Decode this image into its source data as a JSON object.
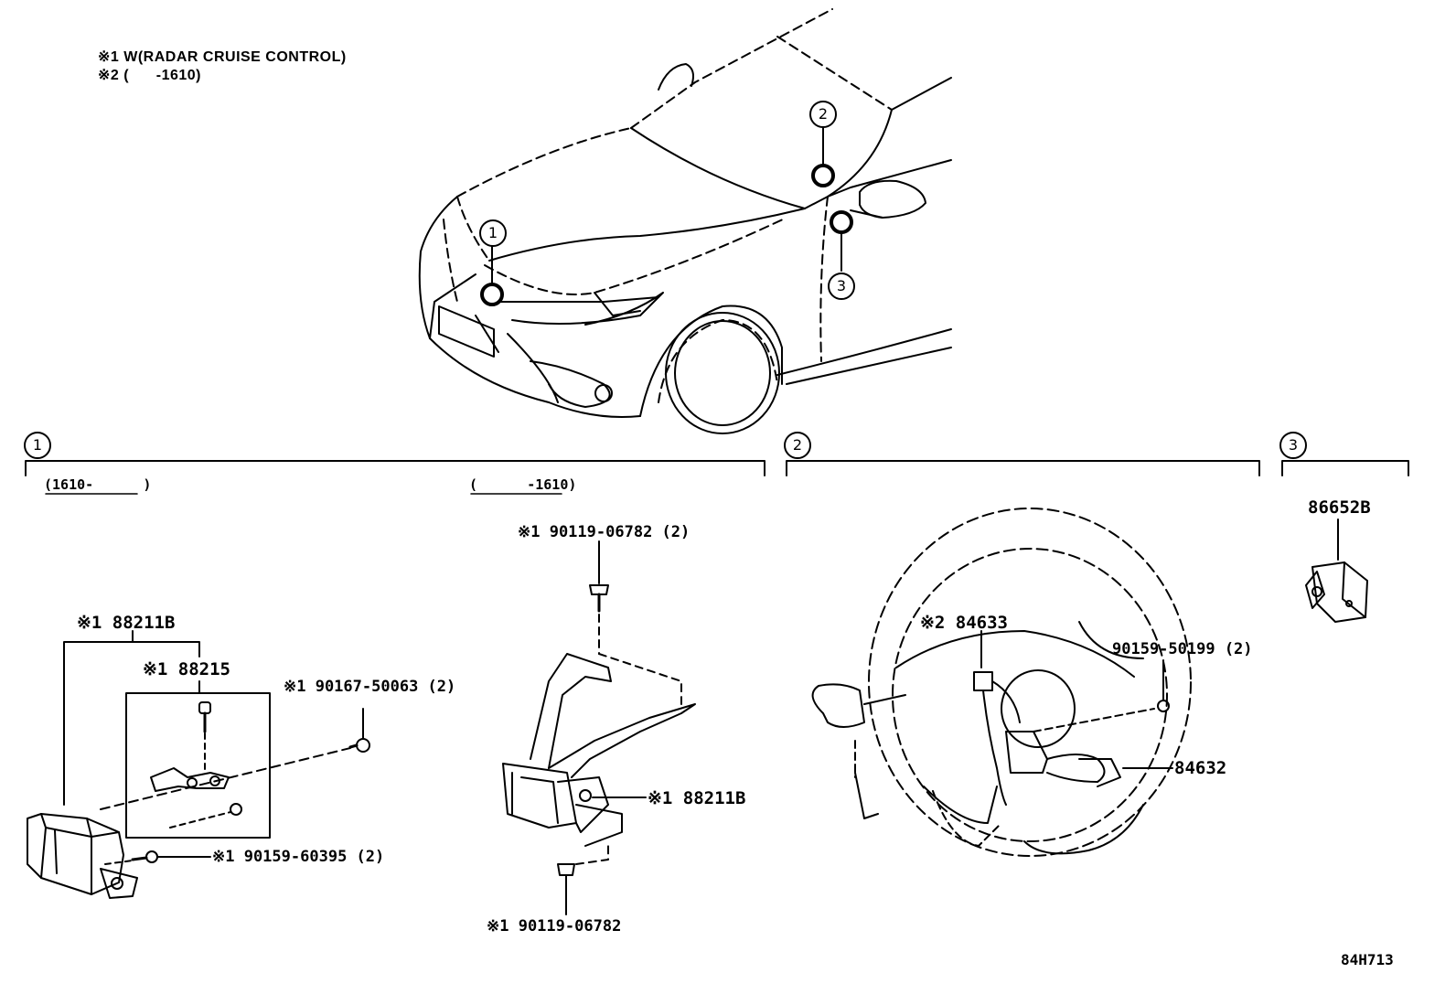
{
  "notes": {
    "n1": "※1 W(RADAR CRUISE CONTROL)",
    "n2": "※2 (      -1610)"
  },
  "callouts": {
    "c1": "1",
    "c2": "2",
    "c3": "3"
  },
  "sections": {
    "s1": {
      "num": "1",
      "date_left": "(1610-      )",
      "date_right": "(      -1610)"
    },
    "s2": {
      "num": "2"
    },
    "s3": {
      "num": "3"
    }
  },
  "parts": {
    "p88211b_a": "※1 88211B",
    "p88215": "※1 88215",
    "p90167": "※1 90167-50063 (2)",
    "p90159_60395": "※1 90159-60395 (2)",
    "p90119_top": "※1 90119-06782 (2)",
    "p88211b_b": "※1 88211B",
    "p90119_bot": "※1 90119-06782",
    "p84633": "※2 84633",
    "p90159_50199": "90159-50199 (2)",
    "p84632": "84632",
    "p86652b": "86652B"
  },
  "diagram_id": "84H713"
}
